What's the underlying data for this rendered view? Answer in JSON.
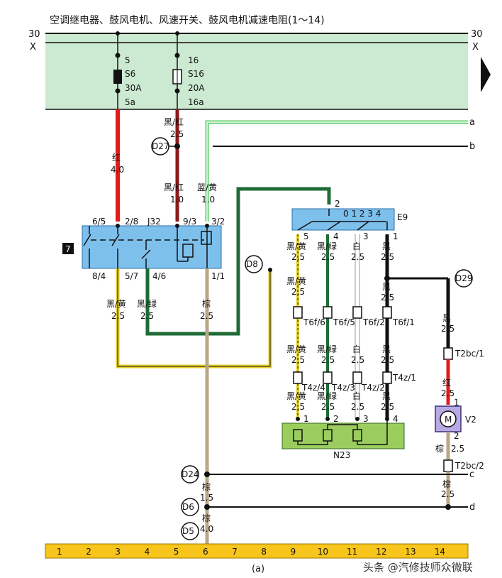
{
  "title": "空调继电器、鼓风电机、风速开关、鼓风电机减速电阻(1～14)",
  "rails": {
    "top_left": "30",
    "top_right": "30",
    "x_left": "X",
    "x_right": "X"
  },
  "fuses": [
    {
      "top_pin": "5",
      "name": "S6",
      "rating": "30A",
      "bottom_pin": "5a"
    },
    {
      "top_pin": "16",
      "name": "S16",
      "rating": "20A",
      "bottom_pin": "16a"
    }
  ],
  "wires": {
    "red_color": "红",
    "red_size": "4.0",
    "blk_red_upper": "黑/红",
    "blk_red_upper_size": "2.5",
    "blk_red_lower": "黑/红",
    "blk_red_lower_size": "1.0",
    "blue_yel": "蓝/黄",
    "blue_yel_size": "1.0",
    "blk_yel": "黑/黄",
    "blk_yel_size": "2.5",
    "blk_grn": "黑/绿",
    "blk_grn_size": "2.5",
    "brown": "棕",
    "brown_size": "2.5",
    "brown_d24": "棕",
    "brown_d24_size": "1.5",
    "brown_d5": "棕",
    "brown_d5_size": "4.0"
  },
  "relay": {
    "name": "J32",
    "fuse_ref": "7",
    "pins_top": [
      "6/5",
      "2/8",
      "9/3",
      "3/2"
    ],
    "pins_bottom": [
      "8/4",
      "5/7",
      "4/6",
      "1/1"
    ]
  },
  "junctions": [
    "D27",
    "D8",
    "D29",
    "D24",
    "D6",
    "D5"
  ],
  "right_labels": [
    "a",
    "b",
    "c",
    "d"
  ],
  "switch_e9": {
    "name": "E9",
    "top_pin": "2",
    "positions": "0 1 2 3 4",
    "pins": [
      "5",
      "4",
      "3",
      "1"
    ],
    "wire_colors": [
      "黑/黄",
      "黑/绿",
      "白",
      "黑"
    ],
    "wire_size": "2.5"
  },
  "connectors_t6f": [
    "T6f/6",
    "T6f/5",
    "T6f/2",
    "T6f/1"
  ],
  "connectors_t4z": [
    "T4z/4",
    "T4z/3",
    "T4z/2",
    "T4z/1"
  ],
  "resistor": {
    "name": "N23",
    "pins": [
      "1",
      "2",
      "3",
      "4"
    ]
  },
  "motor": {
    "name": "V2",
    "symbol": "M",
    "pin_top": "1",
    "pin_bottom": "2",
    "conn_top": "T2bc/1",
    "conn_bottom": "T2bc/2",
    "w_black": "黑",
    "w_black_size": "2.5",
    "w_red": "红",
    "w_red_size": "2.5",
    "w_brown": "棕",
    "w_brown_size": "2.5",
    "w_brown2": "棕",
    "w_brown2_size": "2.5"
  },
  "bottom_numbers": [
    "1",
    "2",
    "3",
    "4",
    "5",
    "6",
    "7",
    "8",
    "9",
    "10",
    "11",
    "12",
    "13",
    "14"
  ],
  "caption": "(a)",
  "watermark": "头条 @汽修技师众微联",
  "colors": {
    "green_panel": "#cce9d2",
    "blue_box": "#7ec0ec",
    "resistor_green": "#9acd5e",
    "motor_box": "#b9a9e3",
    "bus_yellow": "#f7c51b",
    "red_wire": "#e11b1b",
    "dark_red": "#8b1a1a",
    "dark_green": "#1f6b37",
    "light_green": "#5fcf6b",
    "yellow_wire": "#e6cf2a",
    "brown_wire": "#b9a786"
  }
}
